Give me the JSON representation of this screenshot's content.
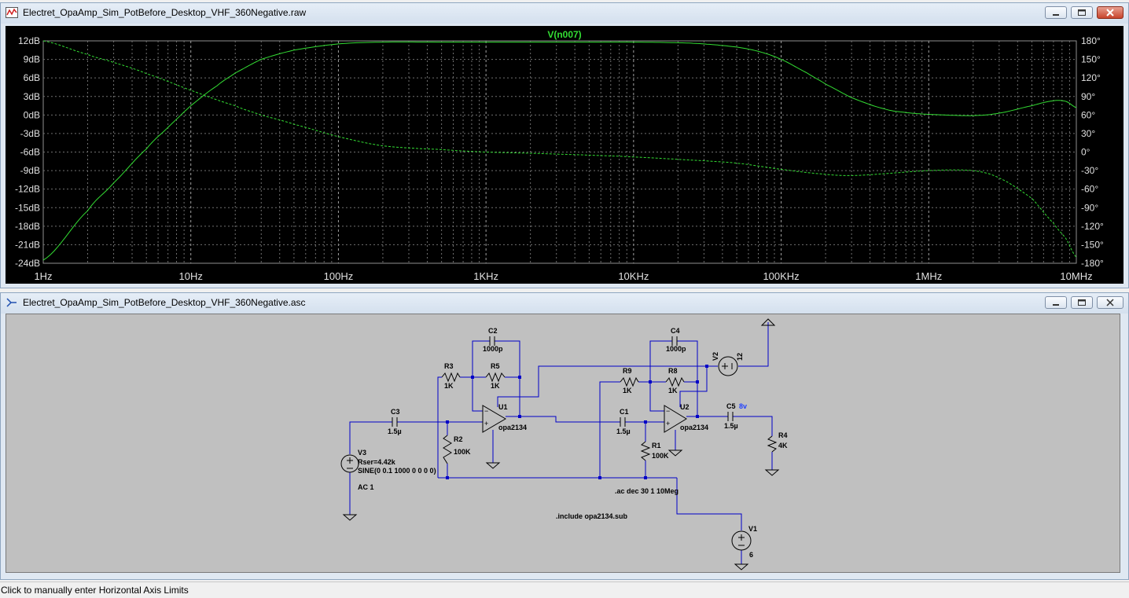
{
  "plot_window": {
    "title": "Electret_OpaAmp_Sim_PotBefore_Desktop_VHF_360Negative.raw",
    "trace_label": "V(n007)",
    "trace_color": "#33dd33"
  },
  "schematic_window": {
    "title": "Electret_OpaAmp_Sim_PotBefore_Desktop_VHF_360Negative.asc",
    "wire_color": "#0000c8",
    "components": {
      "c2": "C2",
      "c2_val": "1000p",
      "c4": "C4",
      "c4_val": "1000p",
      "r3": "R3",
      "r3_val": "1K",
      "r5": "R5",
      "r5_val": "1K",
      "r9": "R9",
      "r9_val": "1K",
      "r8": "R8",
      "r8_val": "1K",
      "c3": "C3",
      "c3_val": "1.5µ",
      "c1": "C1",
      "c1_val": "1.5µ",
      "c5": "C5",
      "c5_val": "1.5µ",
      "net_8v": "8v",
      "u1": "U1",
      "u1_model": "opa2134",
      "u2": "U2",
      "u2_model": "opa2134",
      "r2": "R2",
      "r2_val": "100K",
      "r1": "R1",
      "r1_val": "100K",
      "r4": "R4",
      "r4_val": "4K",
      "v3": "V3",
      "v3_rser": "Rser=4.42k",
      "v3_sine": "SINE(0 0.1 1000 0 0 0 0)",
      "v3_ac": "AC 1",
      "v2": "V2",
      "v2_val": "12",
      "v1": "V1",
      "v1_val": "6"
    },
    "directives": {
      "ac": ".ac dec 30 1 10Meg",
      "include": ".include opa2134.sub"
    }
  },
  "status_bar": {
    "text": "Click to manually enter Horizontal Axis Limits"
  },
  "chart_data": {
    "type": "line",
    "title": "V(n007)",
    "xscale": "log",
    "xlim": [
      1,
      10000000
    ],
    "x_ticks": [
      "1Hz",
      "10Hz",
      "100Hz",
      "1KHz",
      "10KHz",
      "100KHz",
      "1MHz",
      "10MHz"
    ],
    "ylim_left": [
      -24,
      12
    ],
    "y_ticks_left": [
      "12dB",
      "9dB",
      "6dB",
      "3dB",
      "0dB",
      "-3dB",
      "-6dB",
      "-9dB",
      "-12dB",
      "-15dB",
      "-18dB",
      "-21dB",
      "-24dB"
    ],
    "ylim_right": [
      -180,
      180
    ],
    "y_ticks_right": [
      "180°",
      "150°",
      "120°",
      "90°",
      "60°",
      "30°",
      "0°",
      "-30°",
      "-60°",
      "-90°",
      "-120°",
      "-150°",
      "-180°"
    ],
    "grid": true,
    "series": [
      {
        "axis": "left",
        "style": "solid",
        "x": [
          1,
          2,
          3,
          5,
          7,
          10,
          15,
          20,
          30,
          50,
          100,
          200,
          500,
          1000,
          5000,
          10000,
          20000,
          30000,
          50000,
          70000,
          100000,
          150000,
          200000,
          300000,
          500000,
          700000,
          1000000,
          2000000,
          3000000,
          5000000,
          7000000,
          8500000,
          10000000
        ],
        "values": [
          -23.5,
          -15.5,
          -11.0,
          -5.5,
          -2.0,
          1.5,
          4.7,
          6.8,
          9.0,
          10.5,
          11.5,
          11.8,
          11.8,
          11.8,
          11.8,
          11.8,
          11.7,
          11.5,
          11.0,
          10.3,
          9.0,
          6.8,
          5.0,
          2.8,
          1.0,
          0.4,
          0.1,
          -0.1,
          0.3,
          1.5,
          2.3,
          2.2,
          1.2
        ]
      },
      {
        "axis": "right",
        "style": "dashed",
        "x": [
          1,
          2,
          3,
          5,
          10,
          20,
          30,
          50,
          100,
          200,
          500,
          1000,
          2000,
          5000,
          10000,
          30000,
          50000,
          100000,
          200000,
          300000,
          500000,
          1000000,
          2000000,
          3000000,
          5000000,
          7000000,
          8500000,
          10000000
        ],
        "values": [
          180,
          158,
          145,
          127,
          100,
          75,
          60,
          45,
          25,
          10,
          4,
          0,
          -2,
          -5,
          -8,
          -14,
          -18,
          -28,
          -36,
          -38,
          -35,
          -30,
          -30,
          -42,
          -75,
          -115,
          -140,
          -170
        ]
      }
    ]
  }
}
